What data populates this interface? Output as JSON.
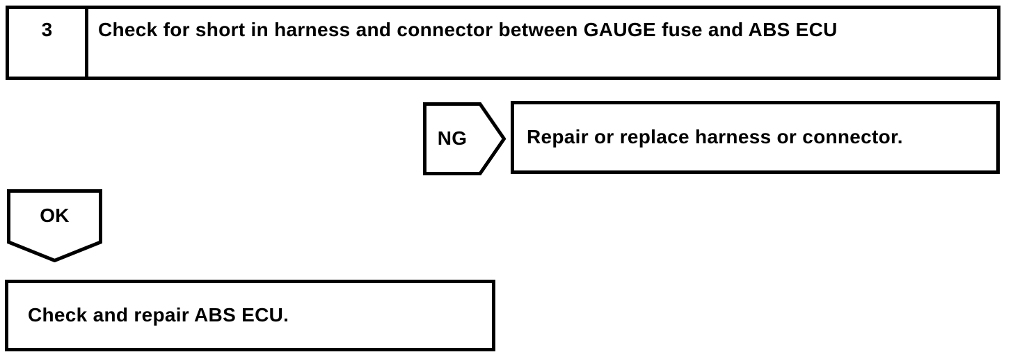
{
  "flowchart": {
    "step_box": {
      "number": "3",
      "title": "Check for short in harness and connector between GAUGE fuse and ABS ECU"
    },
    "ng_branch": {
      "label": "NG",
      "action": "Repair or replace harness or connector."
    },
    "ok_branch": {
      "label": "OK"
    },
    "result_box": {
      "text": "Check and repair ABS ECU."
    },
    "colors": {
      "ink": "#000000",
      "paper": "#ffffff"
    }
  }
}
